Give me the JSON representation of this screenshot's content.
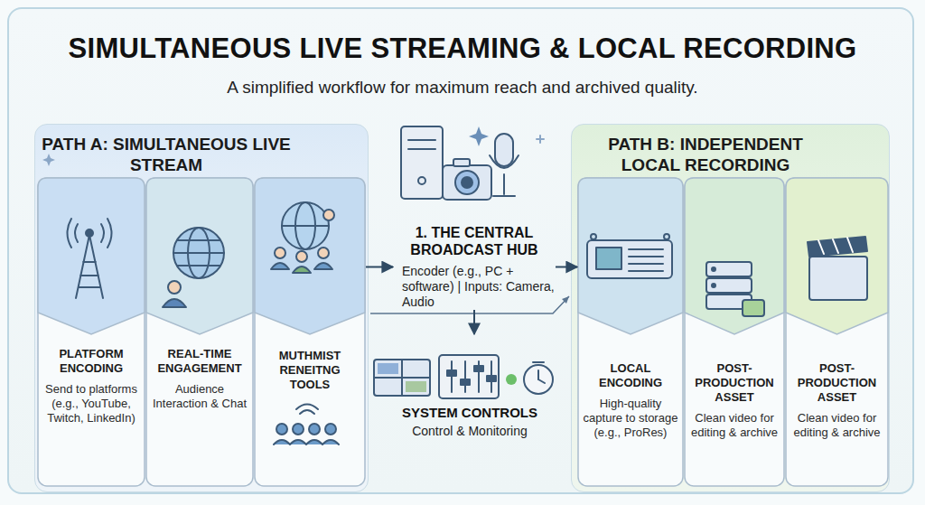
{
  "diagram": {
    "title": "SIMULTANEOUS LIVE STREAMING & LOCAL RECORDING",
    "nodes": [
      {
        "text": [
          "PATH A: SIMULTANEOUS LIVE STREAM"
        ]
      },
      {
        "text": [
          "PLATFORM ENCODING",
          "Send to platforms (e.g., YouTube, Twitch, LinkedIn)"
        ],
        "in": 0
      },
      {
        "text": [
          "REAL-TIME ENGAGEMENT",
          "Audience Interaction & Chat"
        ],
        "in": 0
      },
      {
        "text": [
          "MUTHMIST RENEITNG TOOLS"
        ],
        "in": 0
      },
      {
        "text": [
          "1. THE CENTRAL BROADCAST HUB",
          "Encoder (e.g., PC + software) | Inputs: Camera, Audio"
        ]
      },
      {
        "text": [
          "SYSTEM CONTROLS",
          "Control & Monitoring"
        ]
      },
      {
        "text": [
          "PATH B: INDEPENDENT LOCAL RECORDING"
        ]
      },
      {
        "text": [
          "LOCAL ENCODING",
          "High-quality capture to storage (e.g., ProRes)"
        ],
        "in": 6
      },
      {
        "text": [
          "POST-PRODUCTION ASSET",
          "Clean video for editing & archive"
        ],
        "in": 6
      },
      {
        "text": [
          "POST-PRODUCTION ASSET",
          "Clean video for editing & archive"
        ],
        "in": 6
      }
    ],
    "edges": [
      {
        "from": 3,
        "to": 4,
        "arrow": "to"
      },
      {
        "from": 4,
        "to": 7,
        "arrow": "to"
      },
      {
        "from": 4,
        "to": 5,
        "arrow": "to"
      }
    ],
    "labels": [
      "A simplified workflow for maximum reach and archived quality."
    ]
  }
}
